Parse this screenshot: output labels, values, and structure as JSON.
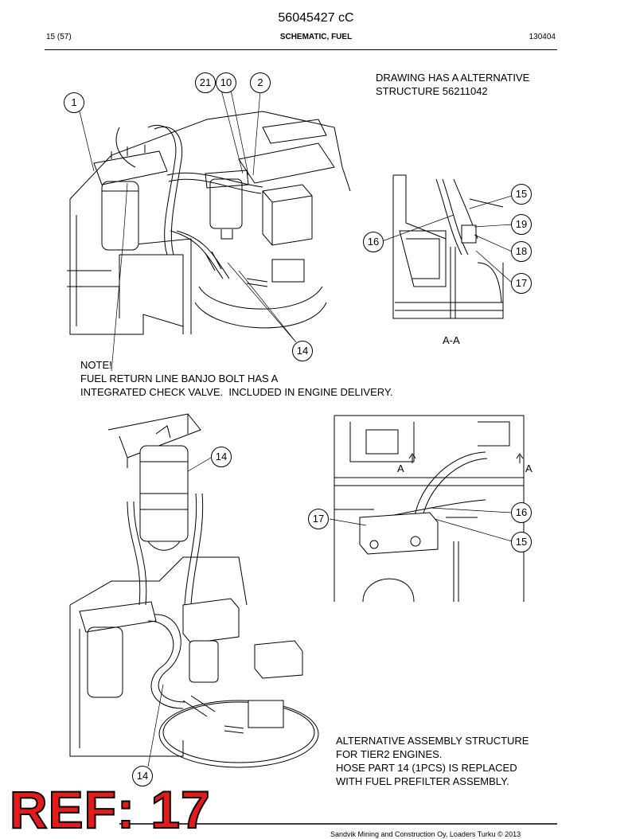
{
  "header": {
    "doc_number": "56045427 cC",
    "page": "15 (57)",
    "title": "SCHEMATIC, FUEL",
    "date": "130404"
  },
  "notes": {
    "alternative_structure": "DRAWING HAS A ALTERNATIVE\nSTRUCTURE 56211042",
    "check_valve": "NOTE!\nFUEL RETURN LINE BANJO BOLT HAS A\nINTEGRATED CHECK VALVE.  INCLUDED IN ENGINE DELIVERY.",
    "tier2": "ALTERNATIVE ASSEMBLY STRUCTURE\nFOR TIER2 ENGINES.\nHOSE PART 14 (1PCS) IS REPLACED\nWITH FUEL PREFILTER ASSEMBLY."
  },
  "section_labels": {
    "aa": "A-A",
    "a_left": "A",
    "a_right": "A"
  },
  "callouts": {
    "top_1": "1",
    "top_21": "21",
    "top_10": "10",
    "top_2": "2",
    "top_14": "14",
    "aa_15": "15",
    "aa_16": "16",
    "aa_19": "19",
    "aa_18": "18",
    "aa_17": "17",
    "bl_14_top": "14",
    "bl_14_bottom": "14",
    "br_17": "17",
    "br_16": "16",
    "br_15": "15"
  },
  "stamp": {
    "ref_text": "REF: 17"
  },
  "footer": {
    "copyright": "Sandvik Mining and Construction Oy, Loaders Turku © 2013"
  }
}
